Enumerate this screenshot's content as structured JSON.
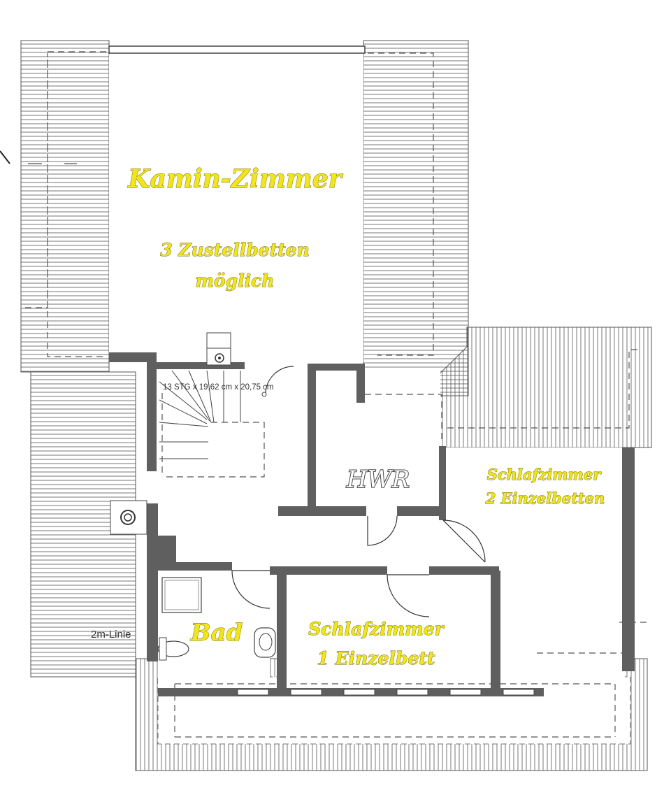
{
  "rooms": {
    "kamin": {
      "title": "Kamin-Zimmer",
      "line1": "3 Zustellbetten",
      "line2": "möglich"
    },
    "hwr": {
      "title": "HWR"
    },
    "schlaf_right": {
      "line1": "Schlafzimmer",
      "line2": "2 Einzelbetten"
    },
    "bad": {
      "title": "Bad"
    },
    "schlaf_bottom": {
      "line1": "Schlafzimmer",
      "line2": "1 Einzelbett"
    }
  },
  "annotations": {
    "stairs": "13 STG x 19,62 cm x 20,75 cm",
    "height_line": "2m-Linie"
  },
  "colors": {
    "label_fill": "#f2e51c",
    "wall": "#5f5f5f",
    "hatch": "#555555",
    "hwr_outline": "#4a4a4a"
  }
}
